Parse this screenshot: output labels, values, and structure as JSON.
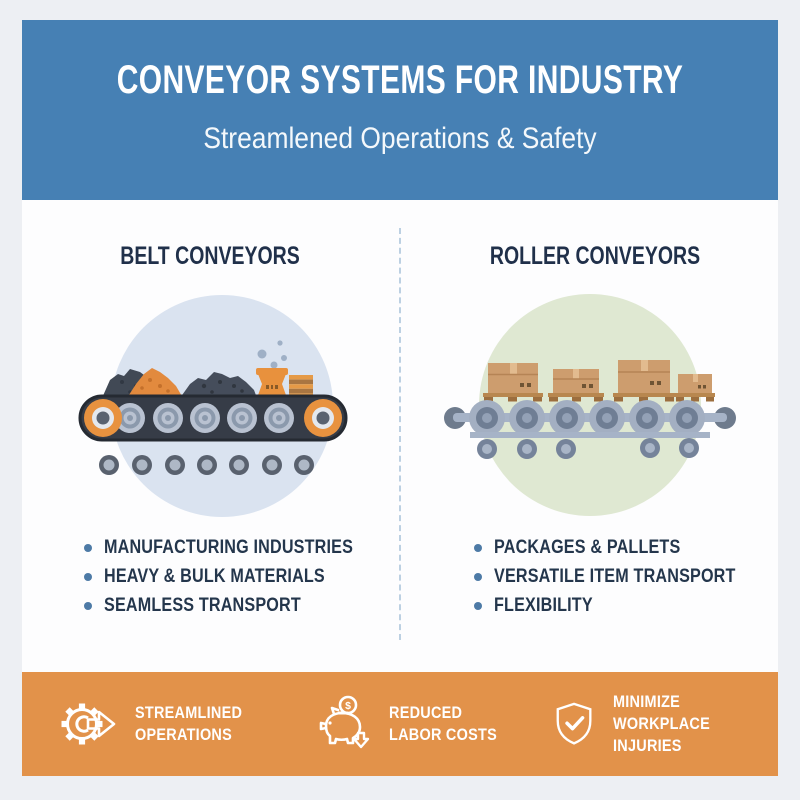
{
  "header": {
    "title": "CONVEYOR SYSTEMS FOR INDUSTRY",
    "subtitle": "Streamlened Operations & Safety"
  },
  "columns": [
    {
      "heading": "BELT CONVEYORS",
      "illustration": "belt-conveyor",
      "bullets": [
        "MANUFACTURING INDUSTRIES",
        "HEAVY & BULK MATERIALS",
        "SEAMLESS TRANSPORT"
      ]
    },
    {
      "heading": "ROLLER CONVEYORS",
      "illustration": "roller-conveyor",
      "bullets": [
        "PACKAGES & PALLETS",
        "VERSATILE ITEM TRANSPORT",
        "FLEXIBILITY"
      ]
    }
  ],
  "footer": {
    "items": [
      {
        "icon": "gear-arrow-icon",
        "label": "STREAMLINED\nOPERATIONS"
      },
      {
        "icon": "piggy-bank-icon",
        "label": "REDUCED\nLABOR COSTS"
      },
      {
        "icon": "shield-check-icon",
        "label": "MINIMIZE\nWORKPLACE INJURIES"
      }
    ]
  },
  "colors": {
    "header_bg": "#4680b4",
    "footer_bg": "#e2924a",
    "page_bg": "#edeff3",
    "belt_circle": "#dae3f0",
    "roller_circle": "#dfe8d2",
    "bullet_dot": "#4d7aa6",
    "heading_text": "#20304a",
    "divider": "#bcd0e2"
  }
}
